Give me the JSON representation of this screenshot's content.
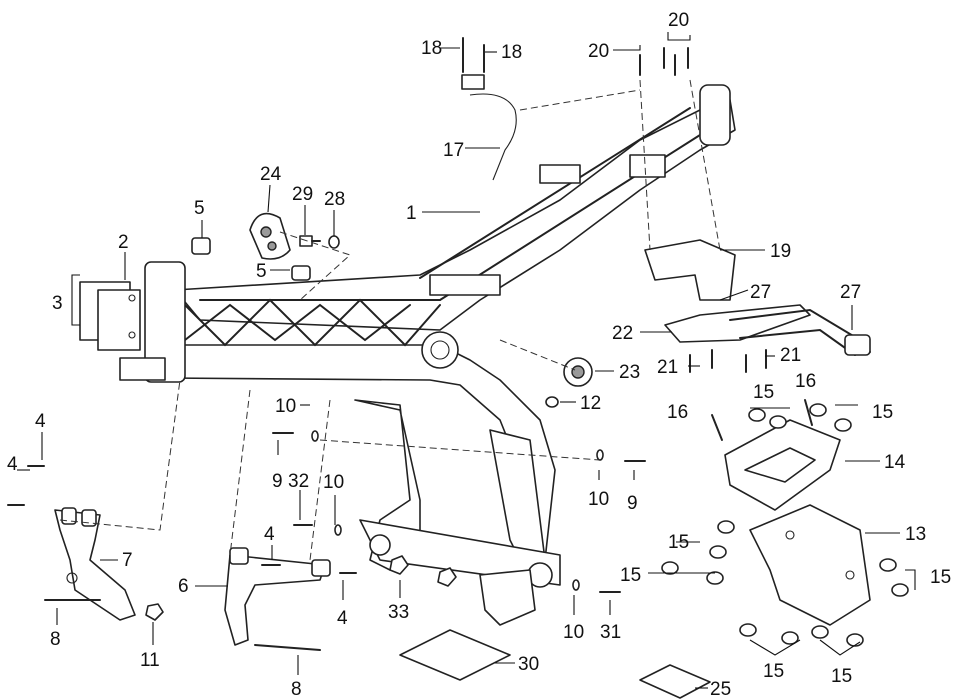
{
  "callouts": {
    "c1": "1",
    "c2": "2",
    "c3": "3",
    "c4a": "4",
    "c4b": "4",
    "c4c": "4",
    "c4d": "4",
    "c5a": "5",
    "c5b": "5",
    "c6": "6",
    "c7": "7",
    "c8a": "8",
    "c8b": "8",
    "c9a": "9",
    "c9b": "9",
    "c10a": "10",
    "c10b": "10",
    "c10c": "10",
    "c10d": "10",
    "c11": "11",
    "c12": "12",
    "c13": "13",
    "c14": "14",
    "c15a": "15",
    "c15b": "15",
    "c15c": "15",
    "c15d": "15",
    "c15e": "15",
    "c15f": "15",
    "c15g": "15",
    "c16a": "16",
    "c16b": "16",
    "c17": "17",
    "c18a": "18",
    "c18b": "18",
    "c19": "19",
    "c20a": "20",
    "c20b": "20",
    "c21a": "21",
    "c21b": "21",
    "c22": "22",
    "c23": "23",
    "c24": "24",
    "c25": "25",
    "c27a": "27",
    "c27b": "27",
    "c28": "28",
    "c29": "29",
    "c30": "30",
    "c31": "31",
    "c32": "32",
    "c33": "33"
  }
}
